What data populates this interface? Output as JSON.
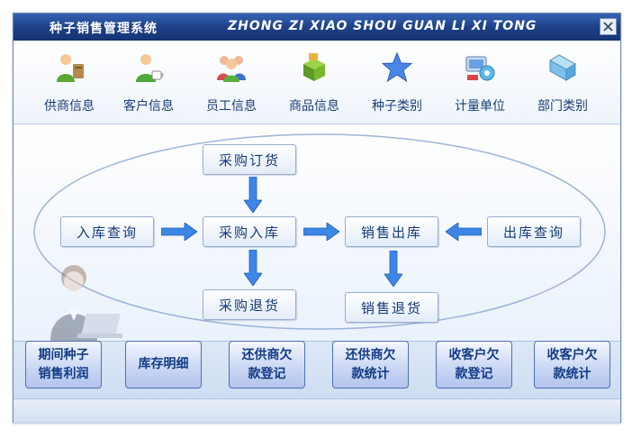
{
  "window": {
    "title": "种子销售管理系统",
    "subtitle": "ZHONG ZI XIAO SHOU GUAN LI XI TONG",
    "close_label": "×"
  },
  "toolbar": {
    "items": [
      {
        "label": "供商信息",
        "icon": "supplier-people-icon"
      },
      {
        "label": "客户信息",
        "icon": "customer-coffee-icon"
      },
      {
        "label": "员工信息",
        "icon": "employees-group-icon"
      },
      {
        "label": "商品信息",
        "icon": "goods-boxes-icon"
      },
      {
        "label": "种子类别",
        "icon": "star-icon"
      },
      {
        "label": "计量单位",
        "icon": "measurement-unit-icon"
      },
      {
        "label": "部门类别",
        "icon": "department-folder-icon"
      }
    ]
  },
  "flow": {
    "purchase_order": "采购订货",
    "stock_in_query": "入库查询",
    "purchase_in": "采购入库",
    "sales_out": "销售出库",
    "stock_out_query": "出库查询",
    "purchase_return": "采购退货",
    "sales_return": "销售退货"
  },
  "bottom": {
    "buttons": [
      {
        "line1": "期间种子",
        "line2": "销售利润"
      },
      {
        "line1": "库存明细",
        "line2": ""
      },
      {
        "line1": "还供商欠",
        "line2": "款登记"
      },
      {
        "line1": "还供商欠",
        "line2": "款统计"
      },
      {
        "line1": "收客户欠",
        "line2": "款登记"
      },
      {
        "line1": "收客户欠",
        "line2": "款统计"
      }
    ]
  },
  "colors": {
    "title_bar": "#1d3f86",
    "accent": "#4a90e2",
    "text": "#163a78"
  }
}
